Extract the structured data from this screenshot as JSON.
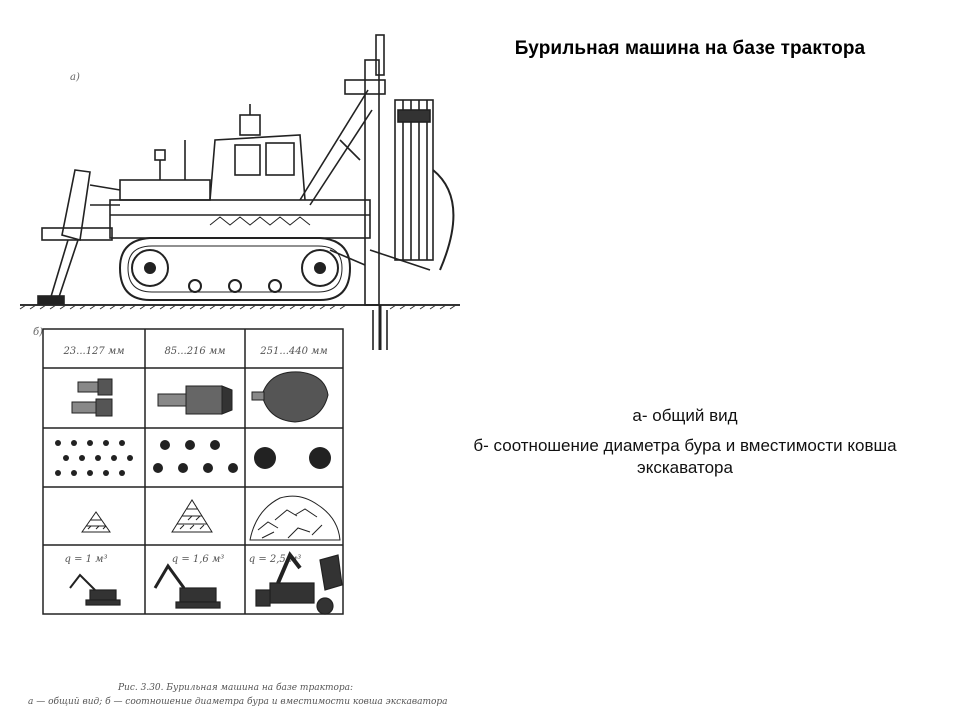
{
  "slide": {
    "title": "Бурильная машина на базе трактора",
    "description_a": "а- общий вид",
    "description_b": "б- соотношение диаметра бура и вместимости ковша экскаватора"
  },
  "figure": {
    "label_a": "а)",
    "label_b": "б)",
    "table": {
      "diameters": [
        "23...127 мм",
        "85...216 мм",
        "251...440 мм"
      ],
      "bucket_volumes": [
        "q = 1 м³",
        "q = 1,6 м³",
        "q = 2,5 м³"
      ]
    },
    "caption_line1": "Рис. 3.30. Бурильная машина на базе трактора:",
    "caption_line2": "а — общий вид; б — соотношение диаметра бура и вместимости ковша экскаватора"
  }
}
